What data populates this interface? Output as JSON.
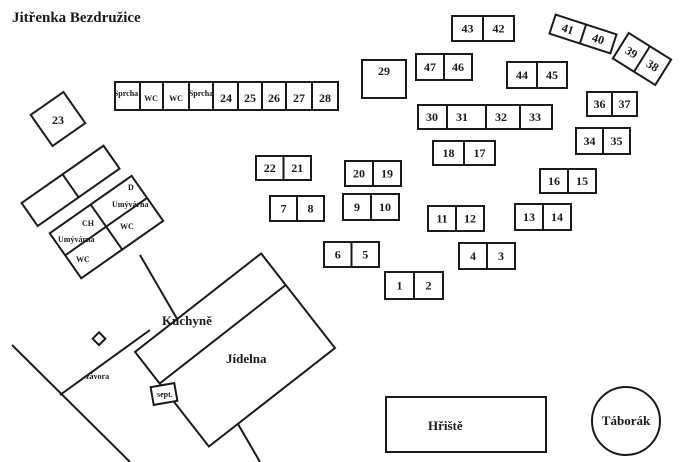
{
  "map": {
    "title": "Jitřenka Bezdružice",
    "labels": {
      "kitchen": "Kuchyně",
      "dining": "Jídelna",
      "playground": "Hřiště",
      "campfire": "Táborák",
      "barrier": "závora",
      "septic": "sept.",
      "washroom_d": "D",
      "washroom_ch": "CH",
      "washroom": "Umývárna",
      "wc": "WC",
      "shower": "Sprcha"
    },
    "buildings": {
      "b23": "23",
      "b29": "29",
      "pairs": [
        [
          "43",
          "42"
        ],
        [
          "41",
          "40"
        ],
        [
          "39",
          "38"
        ],
        [
          "47",
          "46"
        ],
        [
          "44",
          "45"
        ],
        [
          "36",
          "37"
        ],
        [
          "34",
          "35"
        ],
        [
          "30",
          "31"
        ],
        [
          "32",
          "33"
        ],
        [
          "18",
          "17"
        ],
        [
          "16",
          "15"
        ],
        [
          "22",
          "21"
        ],
        [
          "20",
          "19"
        ],
        [
          "7",
          "8"
        ],
        [
          "9",
          "10"
        ],
        [
          "11",
          "12"
        ],
        [
          "13",
          "14"
        ],
        [
          "6",
          "5"
        ],
        [
          "4",
          "3"
        ],
        [
          "1",
          "2"
        ]
      ],
      "row_strip": [
        "Sprcha",
        "WC",
        "WC",
        "Sprcha",
        "24",
        "25",
        "26",
        "27",
        "28"
      ]
    }
  }
}
